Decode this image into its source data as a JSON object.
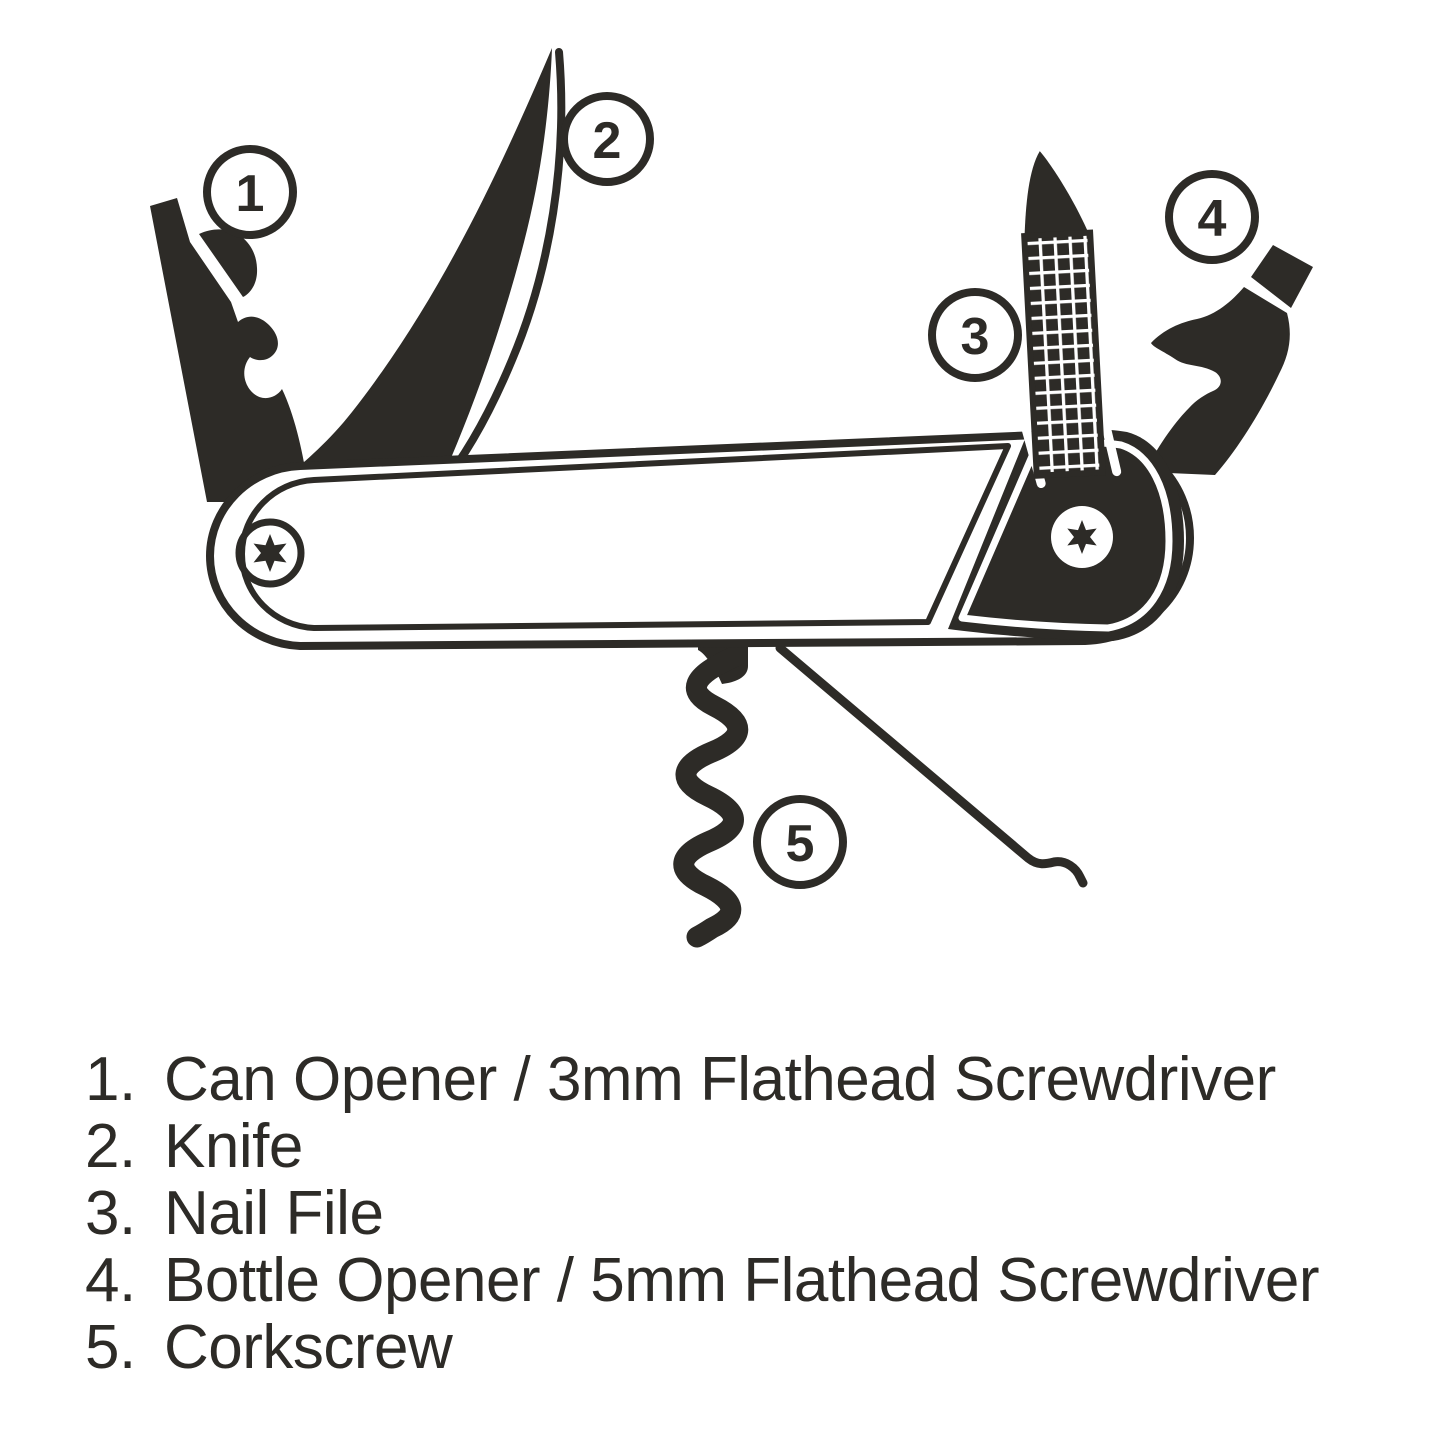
{
  "colors": {
    "ink": "#2d2b27",
    "paper": "#ffffff"
  },
  "callouts": [
    {
      "n": "1"
    },
    {
      "n": "2"
    },
    {
      "n": "3"
    },
    {
      "n": "4"
    },
    {
      "n": "5"
    }
  ],
  "legend": {
    "items": [
      {
        "num": "1.",
        "label": "Can Opener / 3mm Flathead Screwdriver"
      },
      {
        "num": "2.",
        "label": "Knife"
      },
      {
        "num": "3.",
        "label": "Nail File"
      },
      {
        "num": "4.",
        "label": "Bottle Opener / 5mm Flathead Screwdriver"
      },
      {
        "num": "5.",
        "label": "Corkscrew"
      }
    ]
  }
}
